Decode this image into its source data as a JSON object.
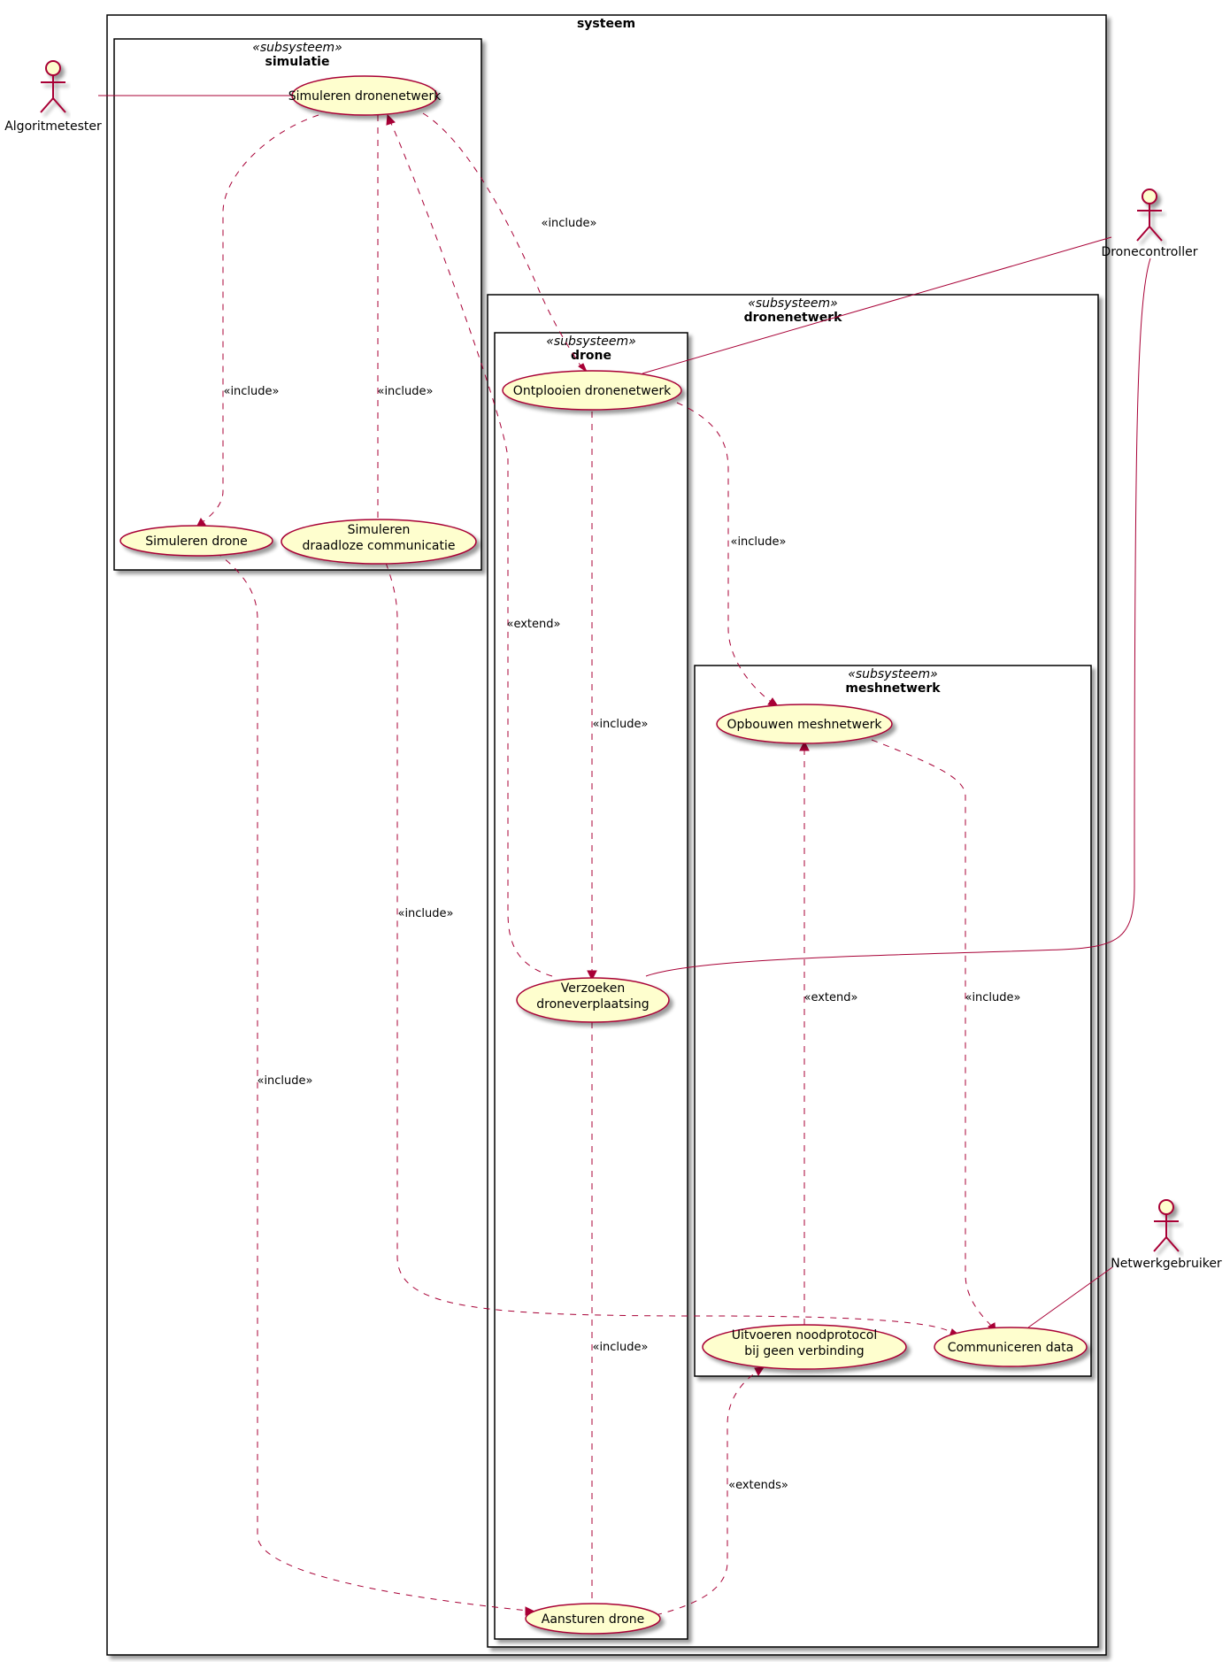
{
  "colors": {
    "accent": "#A80036",
    "usecase_fill": "#FEFECE"
  },
  "system": {
    "title": "systeem"
  },
  "subsystems": {
    "simulatie": {
      "stereotype": "«subsysteem»",
      "title": "simulatie"
    },
    "dronenetwerk": {
      "stereotype": "«subsysteem»",
      "title": "dronenetwerk"
    },
    "drone": {
      "stereotype": "«subsysteem»",
      "title": "drone"
    },
    "meshnetwerk": {
      "stereotype": "«subsysteem»",
      "title": "meshnetwerk"
    }
  },
  "actors": {
    "algoritmetester": "Algoritmetester",
    "dronecontroller": "Dronecontroller",
    "netwerkgebruiker": "Netwerkgebruiker"
  },
  "usecases": {
    "simuleren_dronenetwerk": [
      "Simuleren dronenetwerk"
    ],
    "simuleren_drone": [
      "Simuleren drone"
    ],
    "simuleren_draadloze": [
      "Simuleren",
      "draadloze communicatie"
    ],
    "ontplooien_dronenetwerk": [
      "Ontplooien dronenetwerk"
    ],
    "verzoeken_droneverplaatsing": [
      "Verzoeken",
      "droneverplaatsing"
    ],
    "aansturen_drone": [
      "Aansturen drone"
    ],
    "opbouwen_meshnetwerk": [
      "Opbouwen meshnetwerk"
    ],
    "uitvoeren_noodprotocol": [
      "Uitvoeren noodprotocol",
      "bij geen verbinding"
    ],
    "communiceren_data": [
      "Communiceren data"
    ]
  },
  "relation_labels": {
    "sim_to_ontplooien": "«include»",
    "sim_to_drone": "«include»",
    "sim_to_draadloze": "«include»",
    "ontplooien_to_mesh": "«include»",
    "verzoeken_extend_sim": "«extend»",
    "ontplooien_to_verzoeken": "«include»",
    "draadloze_to_communiceren": "«include»",
    "simdrone_to_aansturen": "«include»",
    "nood_extend_mesh": "«extend»",
    "mesh_to_communiceren": "«include»",
    "verzoeken_to_aansturen": "«include»",
    "aansturen_extends_nood": "«extends»"
  }
}
